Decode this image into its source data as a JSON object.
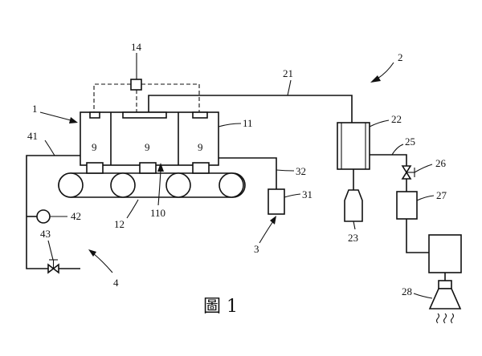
{
  "caption": "圖 1",
  "labels": {
    "l1": "1",
    "l2": "2",
    "l3": "3",
    "l4": "4",
    "l9a": "9",
    "l9b": "9",
    "l9c": "9",
    "l11": "11",
    "l12": "12",
    "l14": "14",
    "l21": "21",
    "l22": "22",
    "l23": "23",
    "l25": "25",
    "l26": "26",
    "l27": "27",
    "l28": "28",
    "l31": "31",
    "l32": "32",
    "l41": "41",
    "l42": "42",
    "l43": "43",
    "l110": "110"
  }
}
